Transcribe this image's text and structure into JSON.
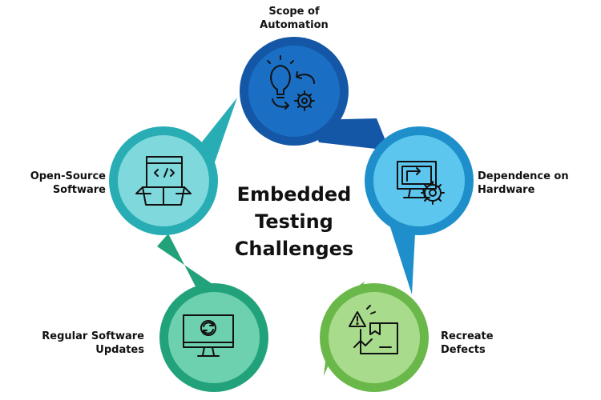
{
  "title": [
    "Embedded",
    "Testing",
    "Challenges"
  ],
  "nodes": [
    {
      "id": "scope",
      "label": [
        "Scope of",
        "Automation"
      ],
      "icon": "lightbulb-gear-cycle-icon",
      "color": "#1457a6",
      "inner": "#1a6fc4"
    },
    {
      "id": "hardware",
      "label": [
        "Dependence on",
        "Hardware"
      ],
      "icon": "monitor-gear-icon",
      "color": "#1e8fcb",
      "inner": "#5cc6ee"
    },
    {
      "id": "defects",
      "label": [
        "Recreate",
        "Defects"
      ],
      "icon": "warning-box-icon",
      "color": "#6bb84a",
      "inner": "#a8dc8c"
    },
    {
      "id": "updates",
      "label": [
        "Regular Software",
        "Updates"
      ],
      "icon": "monitor-refresh-icon",
      "color": "#22a27a",
      "inner": "#6dd1b0"
    },
    {
      "id": "opensource",
      "label": [
        "Open-Source",
        "Software"
      ],
      "icon": "open-box-code-icon",
      "color": "#27adb3",
      "inner": "#7ed8dc"
    }
  ]
}
